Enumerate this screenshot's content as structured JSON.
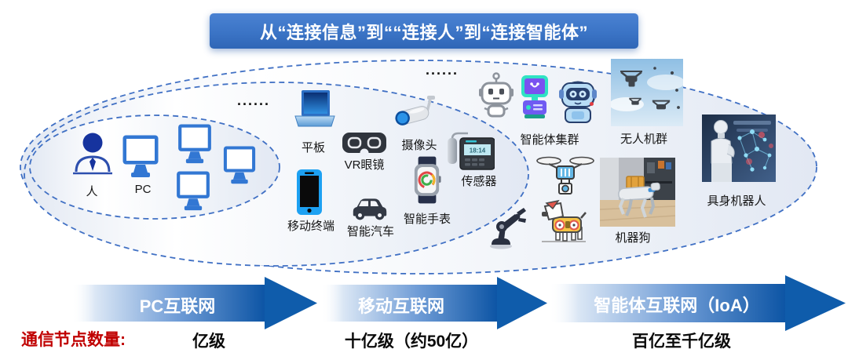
{
  "banner": {
    "title": "从“连接信息”到““连接人”到“连接智能体”"
  },
  "dots_left": "......",
  "dots_right": "......",
  "labels": {
    "person": "人",
    "pc": "PC",
    "tablet": "平板",
    "vr": "VR眼镜",
    "camera": "摄像头",
    "mobile": "移动终端",
    "car": "智能汽车",
    "watch": "智能手表",
    "sensor": "传感器",
    "agents": "智能体集群",
    "drones": "无人机群",
    "robodog": "机器狗",
    "humanoid": "具身机器人"
  },
  "sensor_display": "18:14",
  "arrows": [
    {
      "label": "PC互联网"
    },
    {
      "label": "移动互联网"
    },
    {
      "label": "智能体互联网（IoA）"
    }
  ],
  "footer": {
    "caption": "通信节点数量:",
    "values": [
      "亿级",
      "十亿级（约50亿）",
      "百亿至千亿级"
    ]
  },
  "colors": {
    "banner_blue": "#3b74c6",
    "arrow_deep_blue": "#0d55a5",
    "ellipse_dash_blue": "#4070c4",
    "caption_red": "#c00000"
  }
}
